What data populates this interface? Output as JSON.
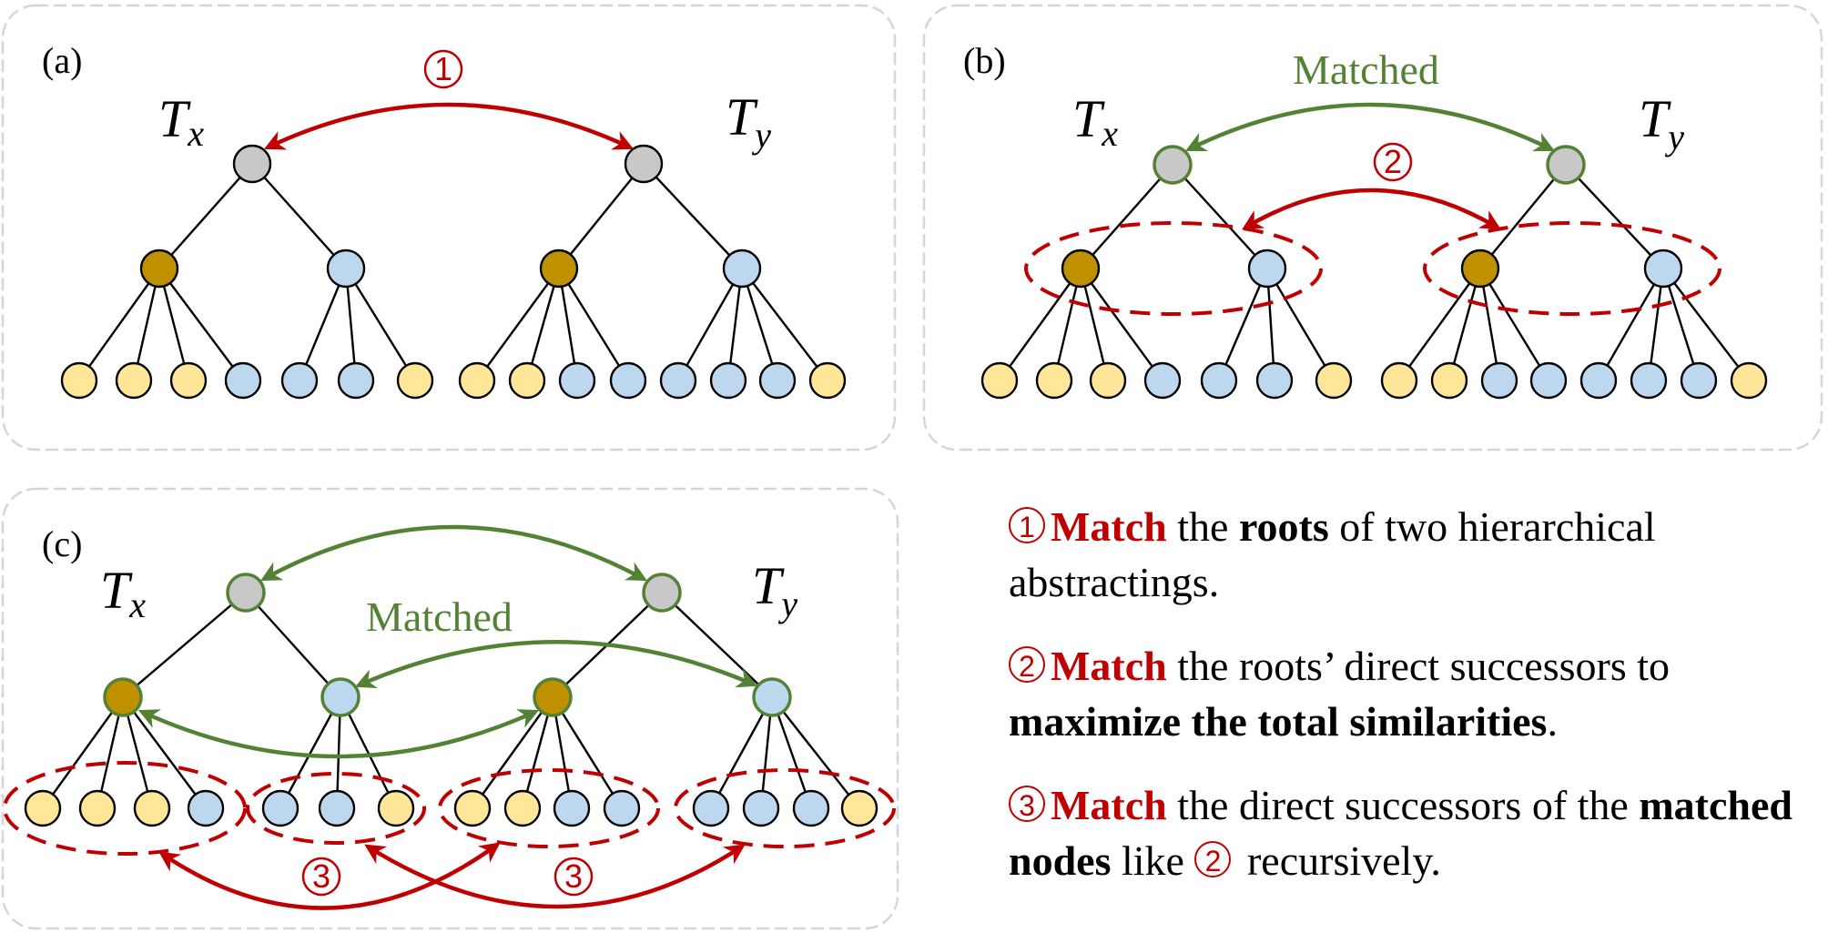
{
  "figure": {
    "panels": [
      {
        "id": "a",
        "label": "(a)",
        "tree_x": {
          "name": "T",
          "sub": "x"
        },
        "tree_y": {
          "name": "T",
          "sub": "y"
        },
        "matched_label": null,
        "step_markers": [
          "1"
        ]
      },
      {
        "id": "b",
        "label": "(b)",
        "tree_x": {
          "name": "T",
          "sub": "x"
        },
        "tree_y": {
          "name": "T",
          "sub": "y"
        },
        "matched_label": "Matched",
        "step_markers": [
          "2"
        ]
      },
      {
        "id": "c",
        "label": "(c)",
        "tree_x": {
          "name": "T",
          "sub": "x"
        },
        "tree_y": {
          "name": "T",
          "sub": "y"
        },
        "matched_label": "Matched",
        "step_markers": [
          "3",
          "3"
        ]
      }
    ],
    "tree_structure": {
      "root_color": "gray",
      "children": [
        {
          "color": "gold",
          "leaves_Tx": [
            "yellow",
            "yellow",
            "yellow",
            "blue"
          ],
          "leaves_Ty": [
            "yellow",
            "yellow",
            "blue",
            "blue"
          ]
        },
        {
          "color": "blue",
          "leaves_Tx": [
            "blue",
            "blue",
            "yellow"
          ],
          "leaves_Ty": [
            "blue",
            "blue",
            "blue",
            "yellow"
          ]
        }
      ]
    },
    "colors": {
      "root": "#c8c8c8",
      "gold": "#bf9000",
      "blue": "#2e75b6",
      "leaf_yellow": "#ffe699",
      "leaf_blue": "#bdd7ee",
      "match_red": "#c00000",
      "matched_green": "#548235",
      "panel_border": "#d6d6d6"
    }
  },
  "legend": {
    "items": [
      {
        "num": "1",
        "keyword": "Match",
        "parts": [
          " the ",
          "roots",
          " of two hierarchical abstractings."
        ]
      },
      {
        "num": "2",
        "keyword": "Match",
        "parts": [
          " the roots’ direct successors to ",
          "maximize the total similarities",
          "."
        ]
      },
      {
        "num": "3",
        "keyword": "Match",
        "parts": [
          " the direct successors of the ",
          "matched nodes",
          " like ",
          "2",
          " recursively."
        ]
      }
    ]
  }
}
